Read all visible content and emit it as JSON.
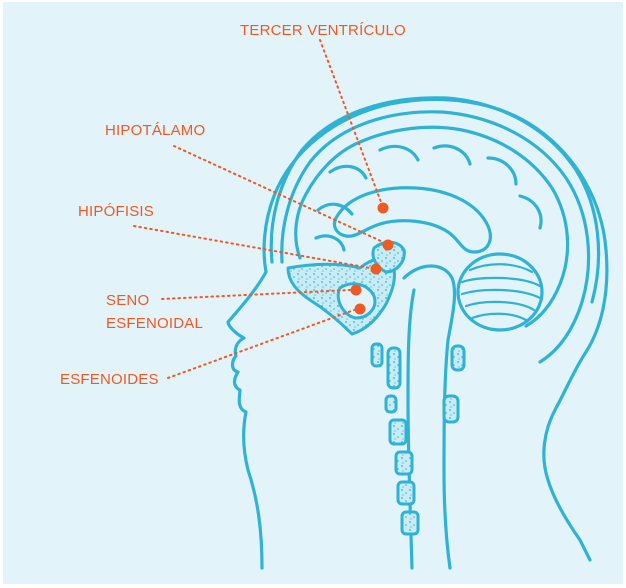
{
  "colors": {
    "background": "#e3f3fa",
    "outline": "#2fb3d4",
    "bone_fill": "#bfe6f2",
    "accent": "#ef5a24"
  },
  "labels": {
    "tercer_ventriculo": "TERCER VENTRÍCULO",
    "hipotalamo": "HIPOTÁLAMO",
    "hipofisis": "HIPÓFISIS",
    "seno_line1": "SENO",
    "seno_line2": "ESFENOIDAL",
    "esfenoides": "ESFENOIDES"
  },
  "icons": [
    "head-sagittal-section"
  ]
}
